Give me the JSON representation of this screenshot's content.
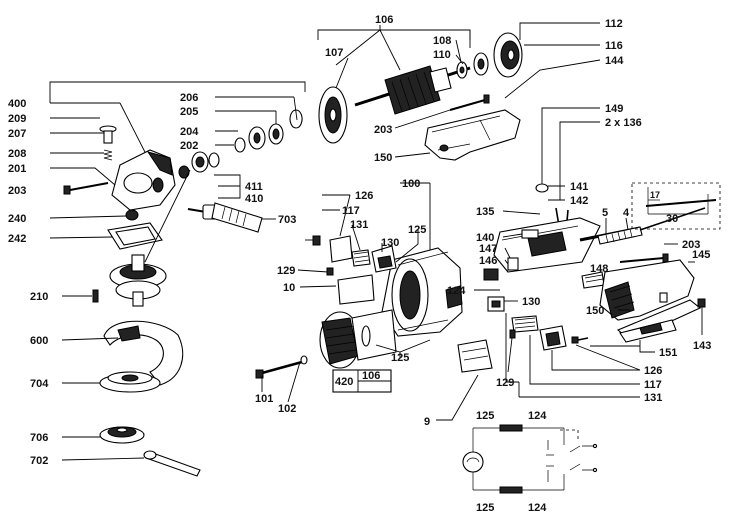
{
  "labels": {
    "l106": "106",
    "l112": "112",
    "l107": "107",
    "l108": "108",
    "l110": "110",
    "l116": "116",
    "l144": "144",
    "l400": "400",
    "l209": "209",
    "l207": "207",
    "l208": "208",
    "l201": "201",
    "l203a": "203",
    "l240": "240",
    "l242": "242",
    "l206": "206",
    "l205": "205",
    "l204": "204",
    "l202": "202",
    "l411": "411",
    "l410": "410",
    "l703": "703",
    "l203b": "203",
    "l150a": "150",
    "l149": "149",
    "l2x136": "2 x 136",
    "l100": "100",
    "l126a": "126",
    "l117a": "117",
    "l131a": "131",
    "l125a": "125",
    "l130a": "130",
    "l129a": "129",
    "l10": "10",
    "l141": "141",
    "l142": "142",
    "l135": "135",
    "l140": "140",
    "l147": "147",
    "l146": "146",
    "l5": "5",
    "l4": "4",
    "l17": "17",
    "l30": "30",
    "l203c": "203",
    "l145": "145",
    "l148": "148",
    "l150b": "150",
    "l124a": "124",
    "l130b": "130",
    "l143": "143",
    "l210": "210",
    "l600": "600",
    "l704": "704",
    "l125b": "125",
    "l129b": "129",
    "l151": "151",
    "l126b": "126",
    "l117b": "117",
    "l131b": "131",
    "l101": "101",
    "l102": "102",
    "l420": "420",
    "l106b": "106",
    "l9": "9",
    "l706": "706",
    "l702": "702",
    "l125c": "125",
    "l124b": "124",
    "l125d": "125",
    "l124c": "124"
  }
}
